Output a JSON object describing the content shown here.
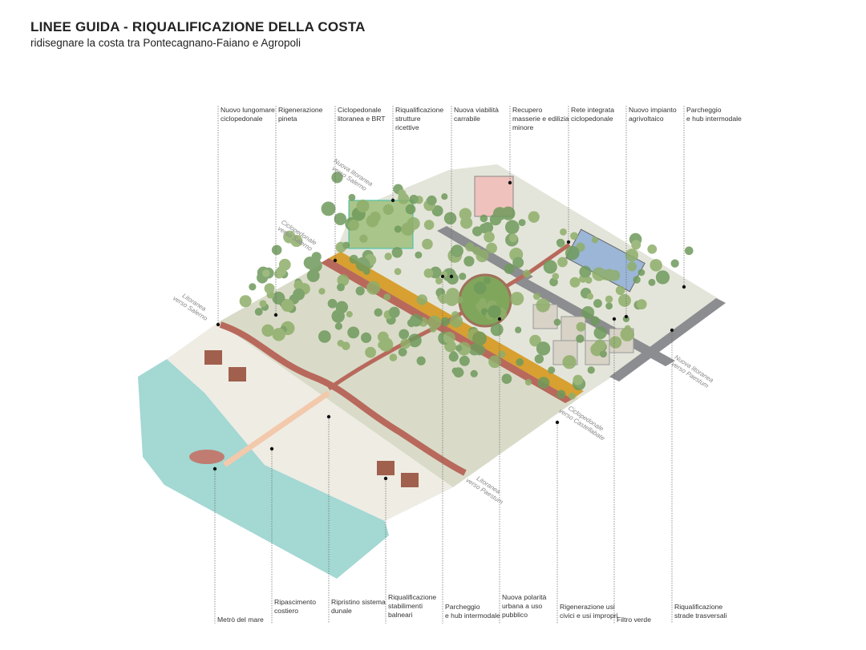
{
  "header": {
    "title": "LINEE GUIDA - RIQUALIFICAZIONE DELLA COSTA",
    "subtitle": "ridisegnare la costa tra Pontecagnano-Faiano e Agropoli"
  },
  "top_labels": [
    "Nuovo lungomare\nciclopedonale",
    "Rigenerazione\npineta",
    "Ciclopedonale\nlitoranea e BRT",
    "Riqualificazione\nstrutture\nricettive",
    "Nuova viabilità\ncarrabile",
    "Recupero\nmasserie e edilizia\nminore",
    "Rete integrata\nciclopedonale",
    "Nuovo impianto\nagrivoltaico",
    "Parcheggio\ne hub intermodale"
  ],
  "bottom_labels": [
    "Metrò del mare",
    "Ripascimento\ncostiero",
    "Ripristino sistema\ndunale",
    "Riqualificazione\nstabilimenti\nbalneari",
    "Parcheggio\ne hub intermodale",
    "Nuova polarità\nurbana a uso\npubblico",
    "Rigenerazione usi\ncivici e usi impropri",
    "Filtro verde",
    "Riqualificazione\nstrade trasversali"
  ],
  "direction_labels": {
    "nuova_litoranea_salerno": "Nuova litoranea\nverso Salerno",
    "ciclopedonale_salerno": "Ciclopedonale\nverso Salerno",
    "litoranea_salerno": "Litoranea\nverso Salerno",
    "nuova_litoranea_paestum": "Nuova litoranea\nverso Paestum",
    "ciclopedonale_castellabate": "Ciclopedonale\nverso Castellabate",
    "litoranea_paestum": "Litoranea\nverso Paestum"
  },
  "colors": {
    "sea": "#9fd6d2",
    "beach": "#efece4",
    "pineta": "#dcdccb",
    "urban": "#e6e6dc",
    "path": "#b8695c",
    "brt": "#d7a030",
    "road": "#8c8d90",
    "tree": "#8fae6a"
  }
}
